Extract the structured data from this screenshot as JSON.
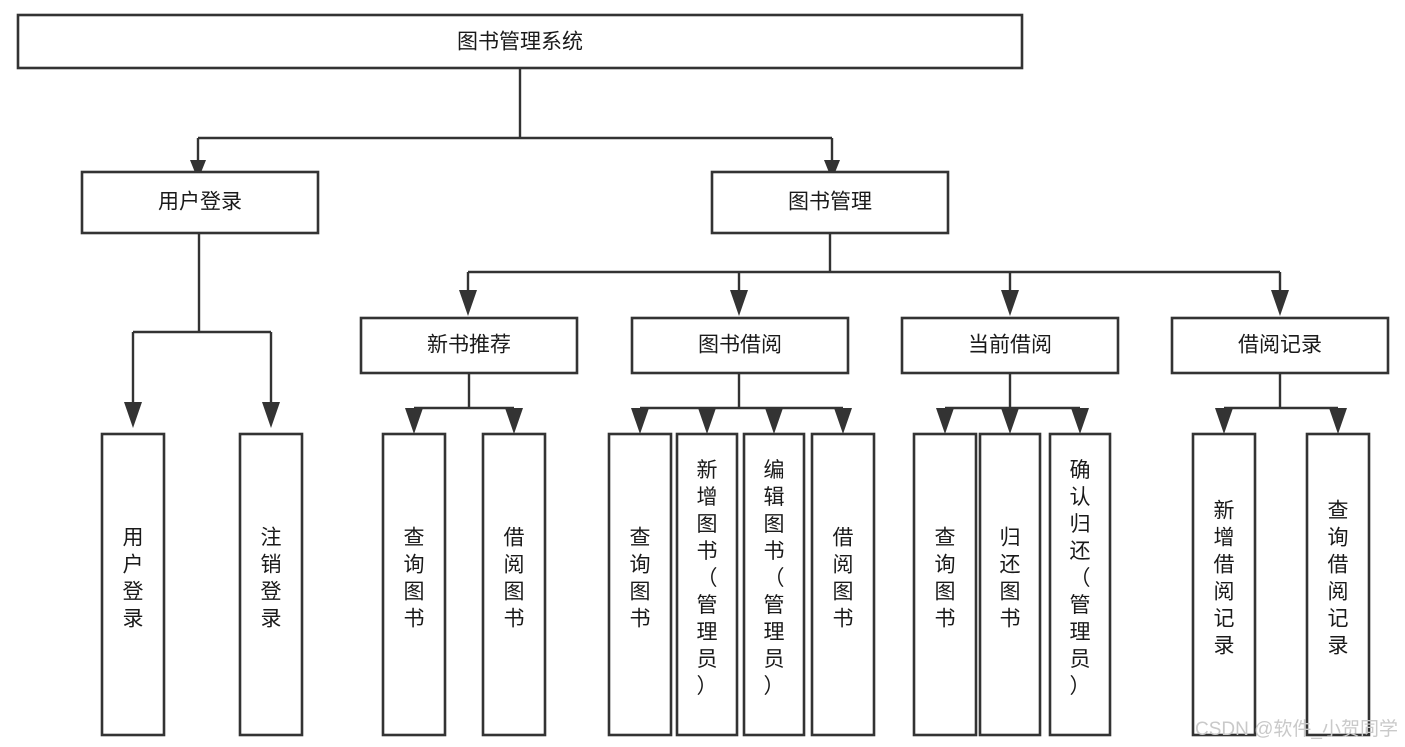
{
  "diagram": {
    "title": "图书管理系统",
    "type": "tree-hierarchy",
    "orientation": "top-down",
    "watermark": "CSDN @软件_小贺同学",
    "colors": {
      "box_stroke": "#333333",
      "box_fill": "#ffffff",
      "connector": "#333333",
      "label_text": "#1a1a1a",
      "watermark": "#c9c9c9",
      "background": "#ffffff"
    },
    "levels": {
      "level1": [
        "图书管理系统"
      ],
      "level2": [
        "用户登录",
        "图书管理"
      ],
      "level3": [
        "新书推荐",
        "图书借阅",
        "当前借阅",
        "借阅记录"
      ],
      "level4": [
        "用户登录",
        "注销登录",
        "查询图书",
        "借阅图书",
        "查询图书",
        "新增图书（管理员）",
        "编辑图书（管理员）",
        "借阅图书",
        "查询图书",
        "归还图书",
        "确认归还（管理员）",
        "新增借阅记录",
        "查询借阅记录"
      ]
    },
    "nodes": {
      "root": {
        "label": "图书管理系统"
      },
      "user_login": {
        "label": "用户登录"
      },
      "book_manage": {
        "label": "图书管理"
      },
      "new_book_rec": {
        "label": "新书推荐"
      },
      "book_borrow": {
        "label": "图书借阅"
      },
      "current_borrow": {
        "label": "当前借阅"
      },
      "borrow_record": {
        "label": "借阅记录"
      },
      "leaf_user_login": {
        "label": "用户登录"
      },
      "leaf_logout": {
        "label": "注销登录"
      },
      "leaf_query_book_a": {
        "label": "查询图书"
      },
      "leaf_borrow_book_a": {
        "label": "借阅图书"
      },
      "leaf_query_book_b": {
        "label": "查询图书"
      },
      "leaf_add_book": {
        "label": "新增图书（管理员）"
      },
      "leaf_edit_book": {
        "label": "编辑图书（管理员）"
      },
      "leaf_borrow_book_b": {
        "label": "借阅图书"
      },
      "leaf_query_book_c": {
        "label": "查询图书"
      },
      "leaf_return_book": {
        "label": "归还图书"
      },
      "leaf_confirm_return": {
        "label": "确认归还（管理员）"
      },
      "leaf_add_record": {
        "label": "新增借阅记录"
      },
      "leaf_query_record": {
        "label": "查询借阅记录"
      }
    }
  }
}
